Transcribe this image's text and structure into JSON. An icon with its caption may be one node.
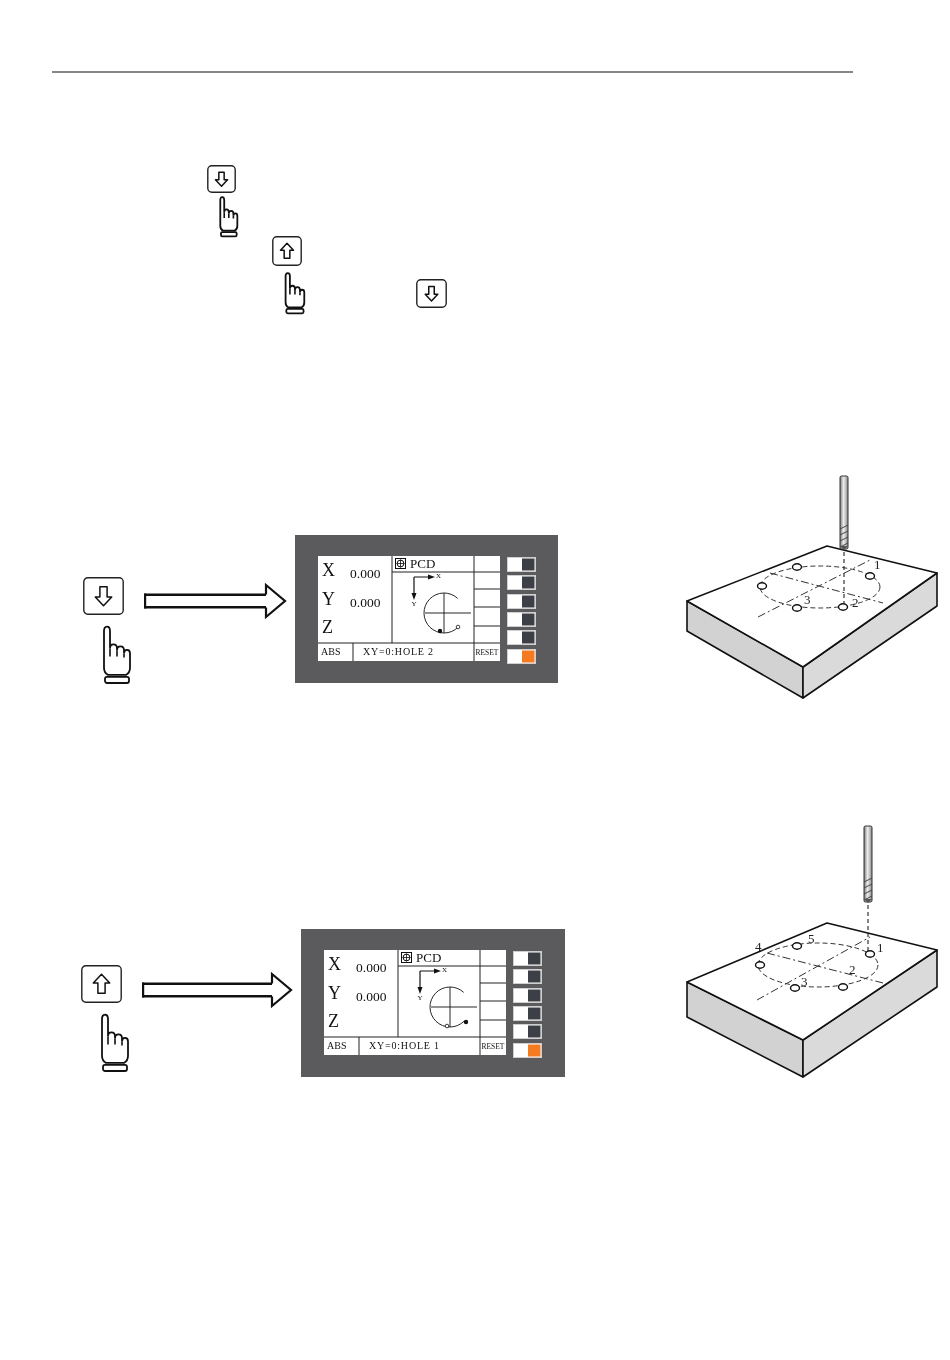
{
  "diagram": {
    "nodes": [
      {
        "text": [],
        "shape": "picture"
      },
      {
        "text": [
          "X",
          "0.000",
          "Y",
          "0.000",
          "Z",
          "PCD",
          "X",
          "Y",
          "ABS",
          "XY=0:HOLE 2",
          "RESET"
        ]
      },
      {
        "text": [],
        "shape": "picture"
      },
      {
        "text": [
          "X",
          "0.000",
          "Y",
          "0.000",
          "Z",
          "PCD",
          "X",
          "Y",
          "ABS",
          "XY=0:HOLE 1",
          "RESET"
        ]
      }
    ],
    "edges": [
      {
        "from": 0,
        "to": 1,
        "arrow": "to"
      },
      {
        "from": 2,
        "to": 3,
        "arrow": "to"
      }
    ],
    "labels": [
      "1",
      "3",
      "2",
      "5",
      "4",
      "1",
      "3",
      "2"
    ]
  }
}
